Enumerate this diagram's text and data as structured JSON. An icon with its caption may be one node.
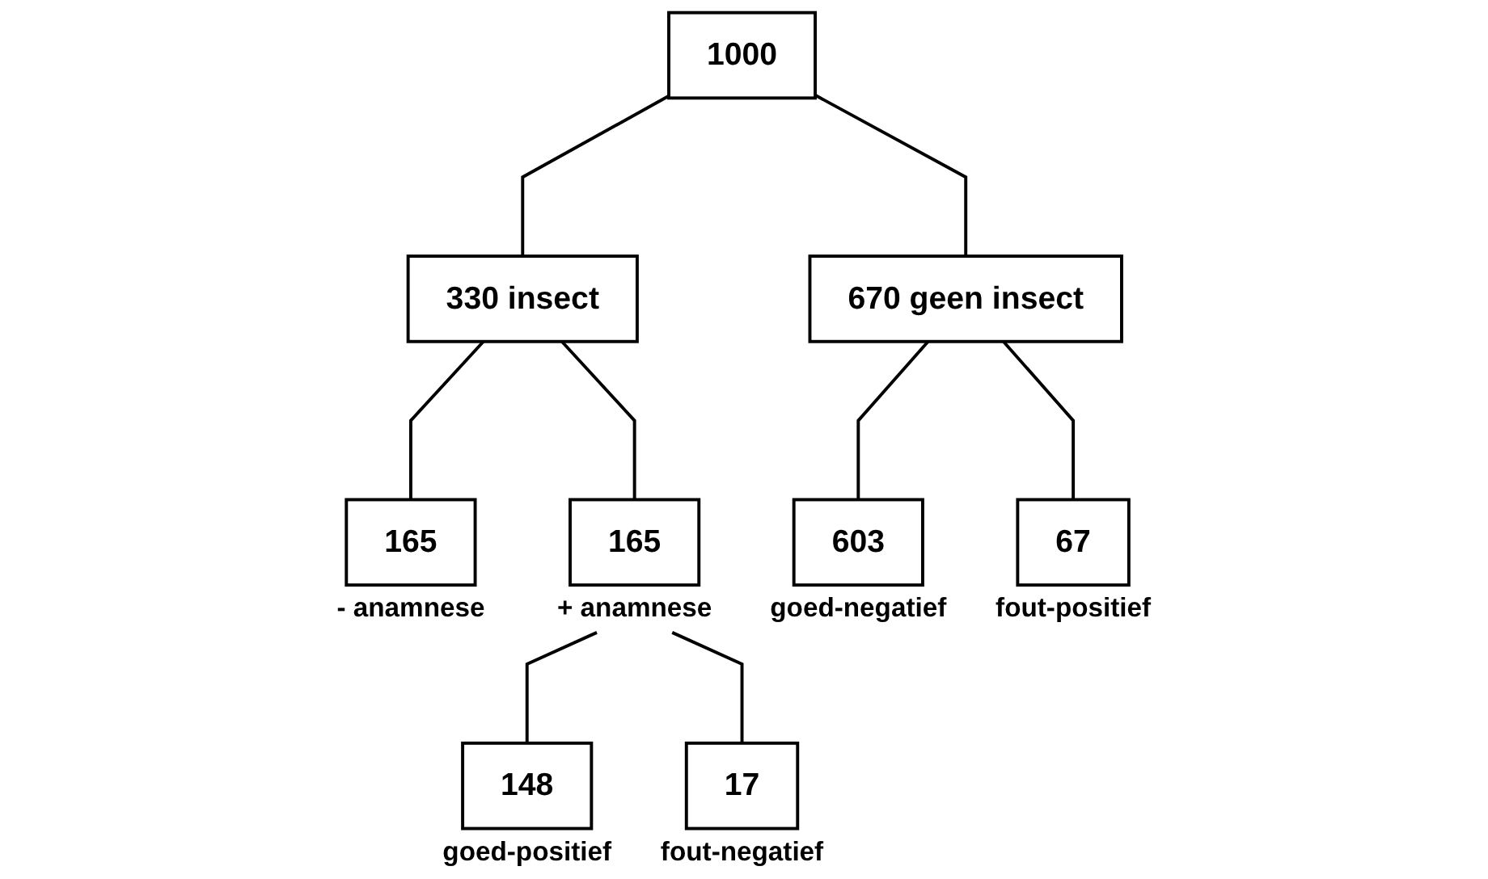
{
  "diagram": {
    "nodes": [
      {
        "text": [
          "1000"
        ]
      },
      {
        "text": [
          "330 insect"
        ]
      },
      {
        "text": [
          "670 geen insect"
        ]
      },
      {
        "text": [
          "165"
        ],
        "beside": [
          "- anamnese"
        ]
      },
      {
        "text": [
          "165"
        ],
        "beside": [
          "+ anamnese"
        ]
      },
      {
        "text": [
          "148"
        ],
        "beside": [
          "goed-positief"
        ]
      },
      {
        "text": [
          "17"
        ],
        "beside": [
          "fout-negatief"
        ]
      },
      {
        "text": [
          "603"
        ],
        "beside": [
          "goed-negatief"
        ]
      },
      {
        "text": [
          "67"
        ],
        "beside": [
          "fout-positief"
        ]
      }
    ],
    "edges": [
      {
        "from": 0,
        "to": 1,
        "arrow": "none"
      },
      {
        "from": 0,
        "to": 2,
        "arrow": "none"
      },
      {
        "from": 1,
        "to": 3,
        "arrow": "none"
      },
      {
        "from": 1,
        "to": 4,
        "arrow": "none"
      },
      {
        "from": 4,
        "to": 5,
        "arrow": "none"
      },
      {
        "from": 4,
        "to": 6,
        "arrow": "none"
      },
      {
        "from": 2,
        "to": 7,
        "arrow": "none"
      },
      {
        "from": 2,
        "to": 8,
        "arrow": "none"
      }
    ]
  }
}
